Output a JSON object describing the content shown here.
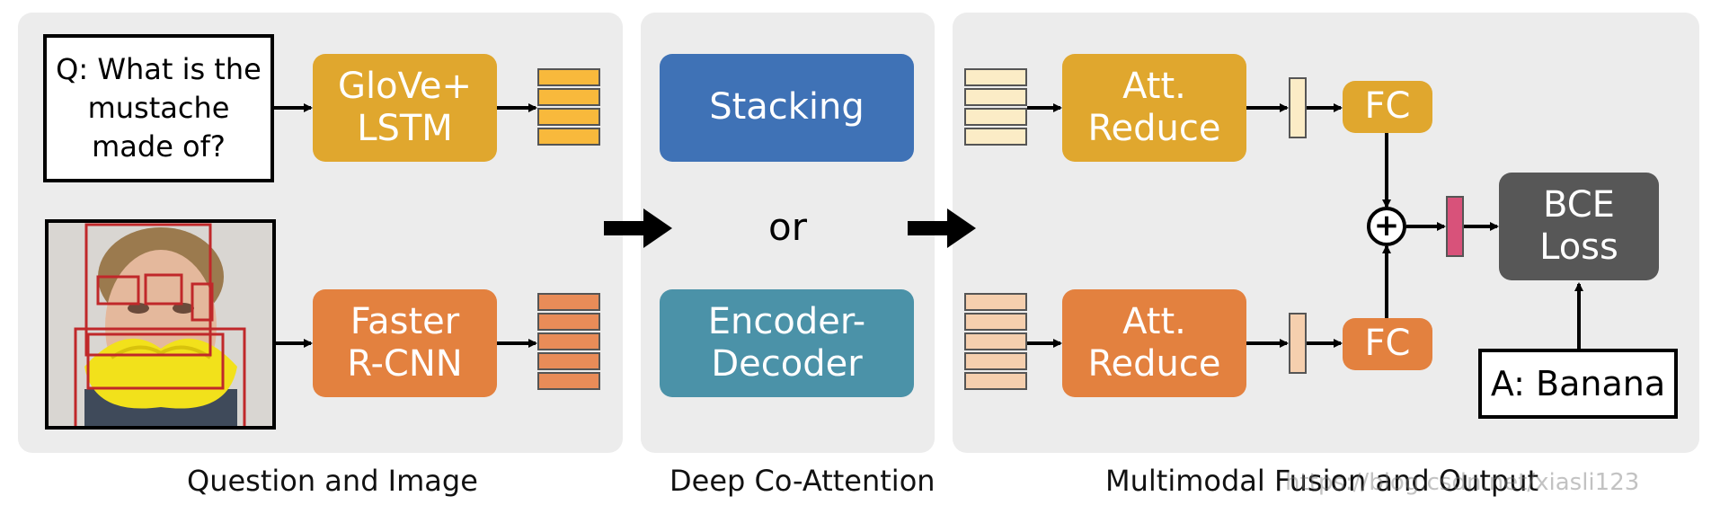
{
  "colors": {
    "panel_bg": "#ececec",
    "gold": "#e0a72e",
    "orange": "#e3813f",
    "blue": "#3f72b6",
    "teal": "#4b92a8",
    "dark_gray": "#575757",
    "pink": "#d8527a",
    "gold_light": "#f8b93c",
    "orange_mid": "#e98c58",
    "cream": "#fbecc6",
    "peach": "#f5cfae"
  },
  "question": {
    "text": "Q: What is the\nmustache\nmade of?"
  },
  "image": {
    "description_icon": "face-with-banana-mustache"
  },
  "boxes": {
    "glove_lstm": "GloVe+\nLSTM",
    "faster_rcnn": "Faster\nR-CNN",
    "stacking": "Stacking",
    "encoder_decoder": "Encoder-\nDecoder",
    "att_reduce_top": "Att.\nReduce",
    "att_reduce_bottom": "Att.\nReduce",
    "fc_top": "FC",
    "fc_bottom": "FC",
    "bce_loss": "BCE\nLoss"
  },
  "or_text": "or",
  "answer": "A: Banana",
  "plus_symbol": "+",
  "captions": {
    "question_and_image": "Question and Image",
    "deep_co_attention": "Deep Co-Attention",
    "multimodal_fusion": "Multimodal Fusion and Output"
  },
  "watermark": "https://blog.csdn.net/xiasli123"
}
